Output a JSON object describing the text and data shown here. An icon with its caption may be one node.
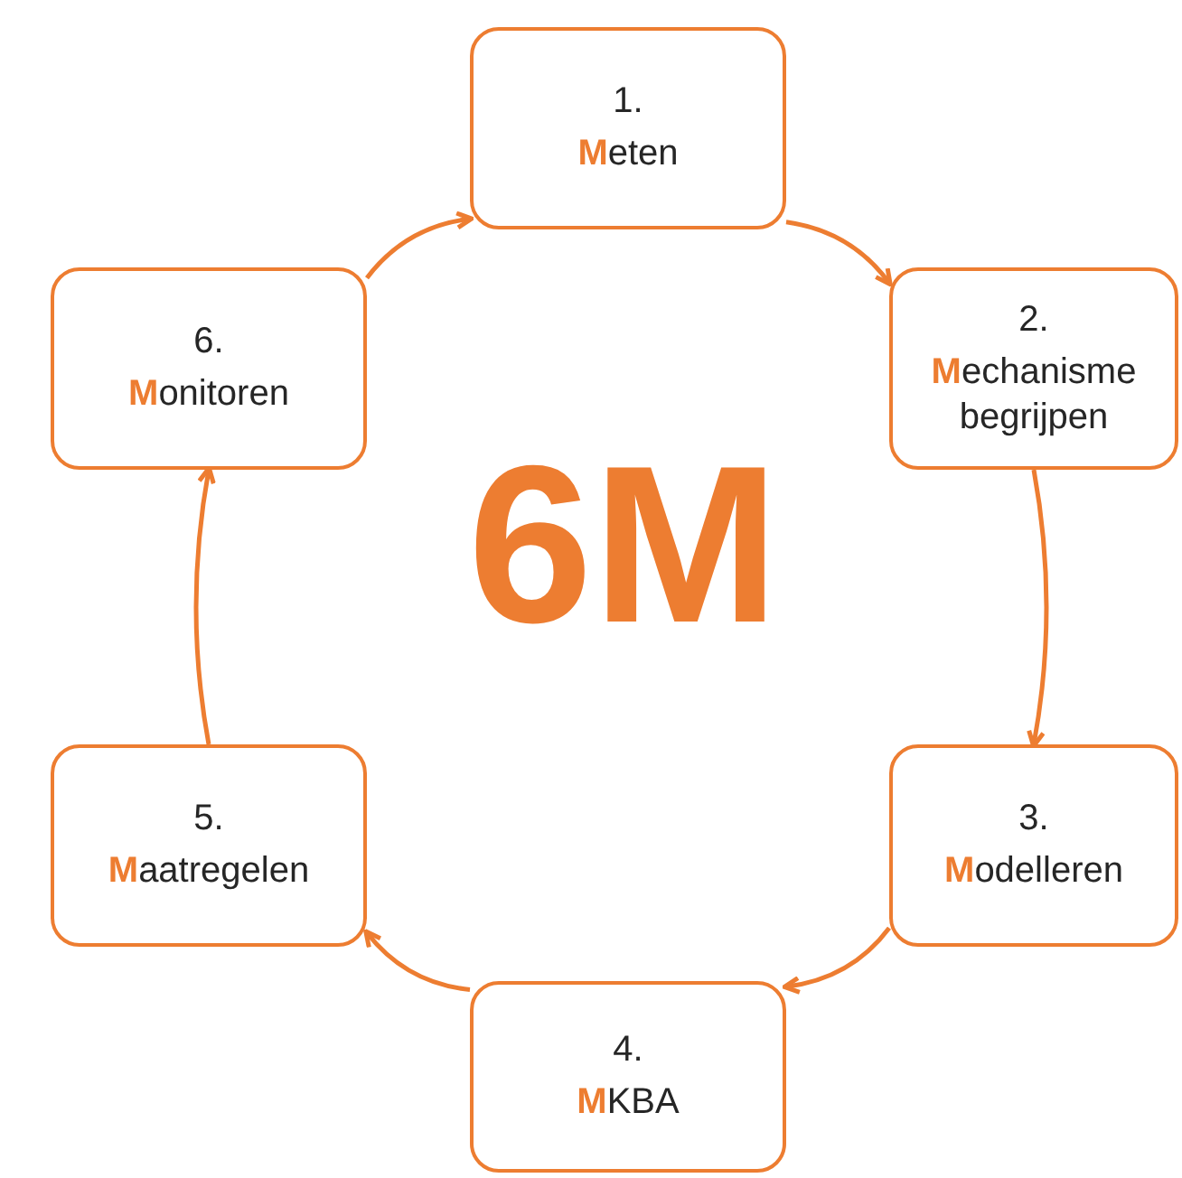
{
  "diagram": {
    "title": "6M",
    "nodes": [
      {
        "text": [
          "1.",
          "**M**eten"
        ]
      },
      {
        "text": [
          "2.",
          "**M**echanisme begrijpen"
        ]
      },
      {
        "text": [
          "3.",
          "**M**odelleren"
        ]
      },
      {
        "text": [
          "4.",
          "**M**KBA"
        ]
      },
      {
        "text": [
          "5.",
          "**M**aatregelen"
        ]
      },
      {
        "text": [
          "6.",
          "**M**onitoren"
        ]
      }
    ],
    "edges": [
      {
        "from": 0,
        "to": 1,
        "arrow": "to"
      },
      {
        "from": 1,
        "to": 2,
        "arrow": "to"
      },
      {
        "from": 2,
        "to": 3,
        "arrow": "to"
      },
      {
        "from": 3,
        "to": 4,
        "arrow": "to"
      },
      {
        "from": 4,
        "to": 5,
        "arrow": "to"
      },
      {
        "from": 5,
        "to": 0,
        "arrow": "to"
      }
    ]
  }
}
